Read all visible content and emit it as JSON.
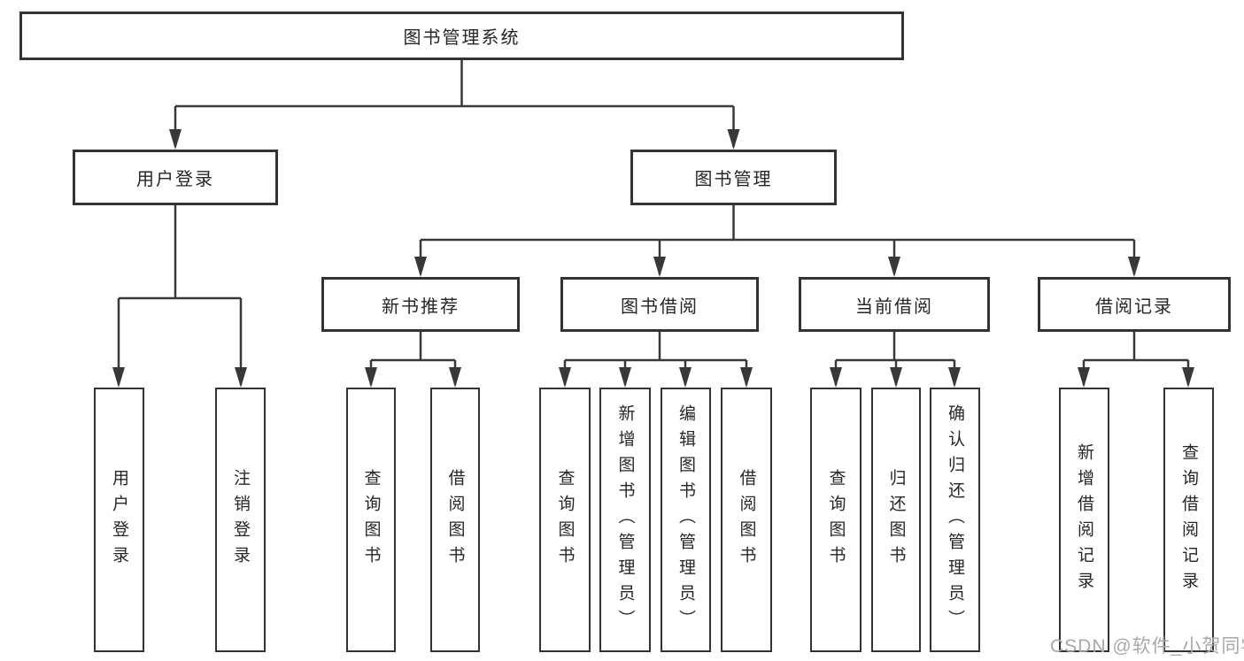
{
  "diagram": {
    "title": "图书管理系统",
    "root": {
      "label": "图书管理系统"
    },
    "branches": [
      {
        "label": "用户登录",
        "children": [
          {
            "label": "用户登录"
          },
          {
            "label": "注销登录"
          }
        ]
      },
      {
        "label": "图书管理",
        "children": [
          {
            "label": "新书推荐",
            "children": [
              {
                "label": "查询图书"
              },
              {
                "label": "借阅图书"
              }
            ]
          },
          {
            "label": "图书借阅",
            "children": [
              {
                "label": "查询图书"
              },
              {
                "label": "新增图书（管理员）"
              },
              {
                "label": "编辑图书（管理员）"
              },
              {
                "label": "借阅图书"
              }
            ]
          },
          {
            "label": "当前借阅",
            "children": [
              {
                "label": "查询图书"
              },
              {
                "label": "归还图书"
              },
              {
                "label": "确认归还（管理员）"
              }
            ]
          },
          {
            "label": "借阅记录",
            "children": [
              {
                "label": "新增借阅记录"
              },
              {
                "label": "查询借阅记录"
              }
            ]
          }
        ]
      }
    ]
  },
  "watermark": {
    "text": "CSDN @软件_小贺同学",
    "color": "#a8a8a8"
  },
  "colors": {
    "line": "#383838",
    "border": "#333333",
    "text": "#262626",
    "background": "#ffffff"
  }
}
